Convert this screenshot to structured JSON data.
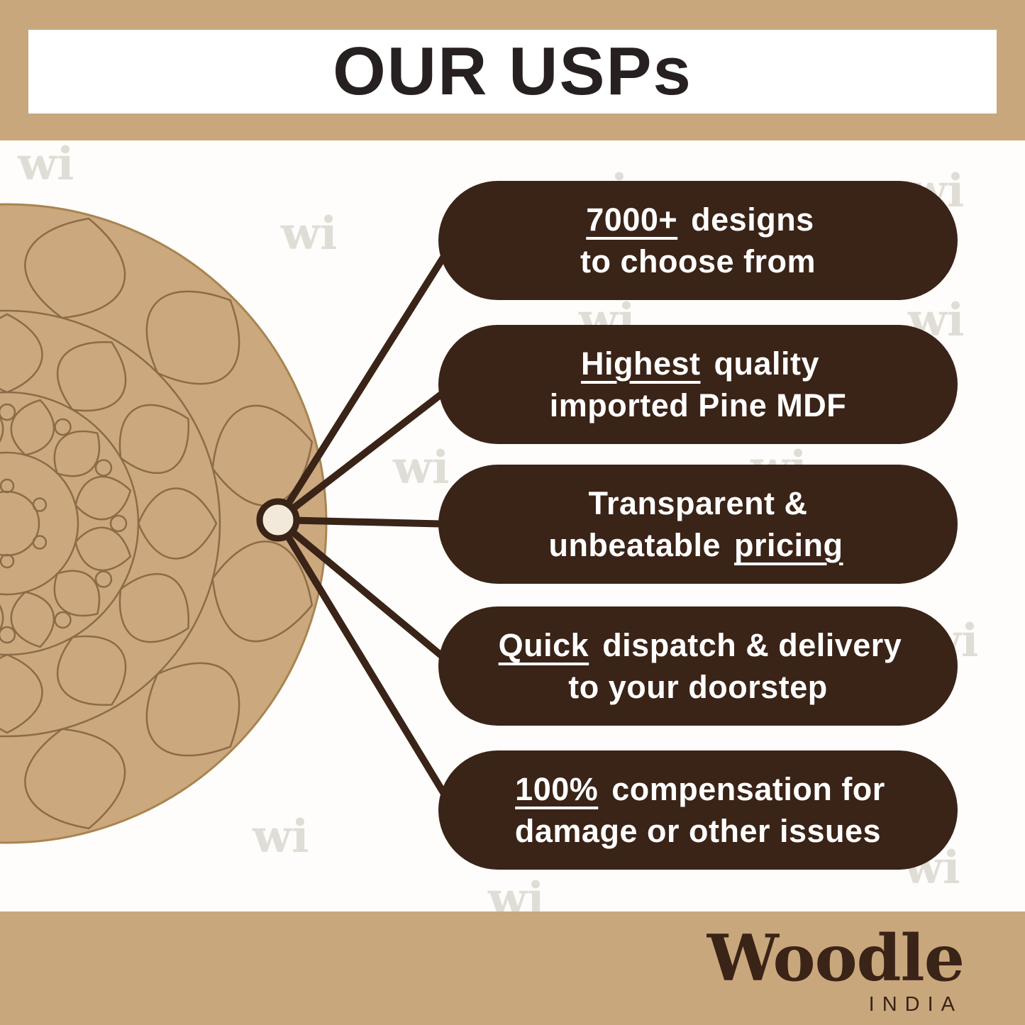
{
  "header": {
    "title": "OUR USPs"
  },
  "usps": [
    {
      "lines": [
        [
          {
            "t": "7000+",
            "u": true
          },
          {
            "t": " designs"
          }
        ],
        [
          {
            "t": "to choose from"
          }
        ]
      ]
    },
    {
      "lines": [
        [
          {
            "t": "Highest",
            "u": true
          },
          {
            "t": " quality"
          }
        ],
        [
          {
            "t": "imported Pine MDF"
          }
        ]
      ]
    },
    {
      "lines": [
        [
          {
            "t": "Transparent &"
          }
        ],
        [
          {
            "t": "unbeatable "
          },
          {
            "t": "pricing",
            "u": true
          }
        ]
      ]
    },
    {
      "lines": [
        [
          {
            "t": "Quick",
            "u": true
          },
          {
            "t": " dispatch & delivery"
          }
        ],
        [
          {
            "t": "to your doorstep"
          }
        ]
      ]
    },
    {
      "lines": [
        [
          {
            "t": "100%",
            "u": true
          },
          {
            "t": " compensation for"
          }
        ],
        [
          {
            "t": "damage or other issues"
          }
        ]
      ]
    }
  ],
  "watermark": {
    "text": "wi"
  },
  "logo": {
    "name": "Woodle",
    "sub": "INDIA"
  },
  "colors": {
    "tan": "#C9A77C",
    "dark_brown": "#3A2317",
    "cream": "#F2E9DA",
    "title_ink": "#262120",
    "mdf_board": "#CBA87E",
    "engraving": "#8D6B46",
    "watermark": "#CBC9BD",
    "text_white": "#FFFFFF"
  }
}
